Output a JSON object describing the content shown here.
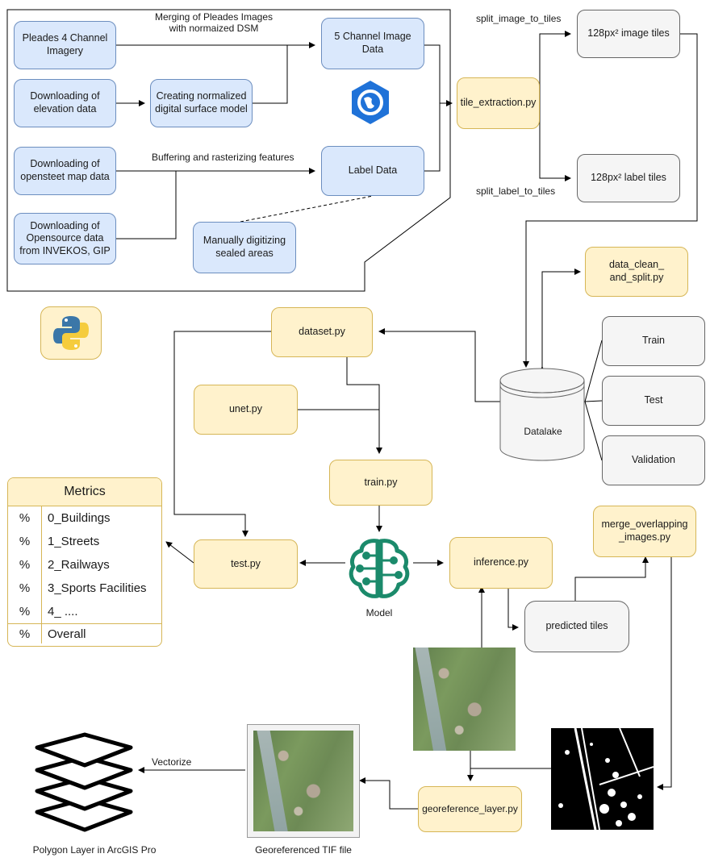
{
  "boxes": {
    "pleiades": "Pleades 4 Channel\nImagery",
    "elevation": "Downloading of\nelevation data",
    "ndsm": "Creating normalized\ndigital surface model",
    "five_channel": "5 Channel Image\nData",
    "osm": "Downloading of\nopensteet map data",
    "opensource": "Downloading of\nOpensource data\nfrom INVEKOS, GIP",
    "label_data": "Label Data",
    "manual": "Manually digitizing\nsealed areas",
    "tile_extraction": "tile_extraction.py",
    "image_tiles": "128px² image tiles",
    "label_tiles": "128px² label tiles",
    "data_clean": "data_clean_\nand_split.py",
    "dataset": "dataset.py",
    "unet": "unet.py",
    "train": "train.py",
    "test": "test.py",
    "inference": "inference.py",
    "merge": "merge_overlapping\n_images.py",
    "predicted": "predicted tiles",
    "georef": "georeference_layer.py",
    "split_train": "Train",
    "split_test": "Test",
    "split_validation": "Validation",
    "datalake": "Datalake"
  },
  "labels": {
    "merging": "Merging of Pleades Images\nwith normaized DSM",
    "buffering": "Buffering and rasterizing features",
    "split_image": "split_image_to_tiles",
    "split_label": "split_label_to_tiles",
    "model": "Model",
    "vectorize": "Vectorize",
    "polygon_layer": "Polygon Layer in ArcGIS Pro",
    "georef_tif": "Georeferenced TIF file"
  },
  "metrics": {
    "title": "Metrics",
    "rows": [
      {
        "pct": "%",
        "name": "0_Buildings"
      },
      {
        "pct": "%",
        "name": "1_Streets"
      },
      {
        "pct": "%",
        "name": "2_Railways"
      },
      {
        "pct": "%",
        "name": "3_Sports Facilities"
      },
      {
        "pct": "%",
        "name": "4_ ...."
      }
    ],
    "overall": {
      "pct": "%",
      "name": "Overall"
    }
  },
  "icons": [
    "arcgis-globe-icon",
    "python-logo-icon",
    "model-brain-icon",
    "polygon-layers-icon"
  ],
  "colors": {
    "blue_fill": "#dae8fc",
    "blue_stroke": "#6c8ebf",
    "yellow_fill": "#fff2cc",
    "yellow_stroke": "#d6b656",
    "gray_fill": "#f5f5f5",
    "model_green": "#1b8a6b"
  }
}
